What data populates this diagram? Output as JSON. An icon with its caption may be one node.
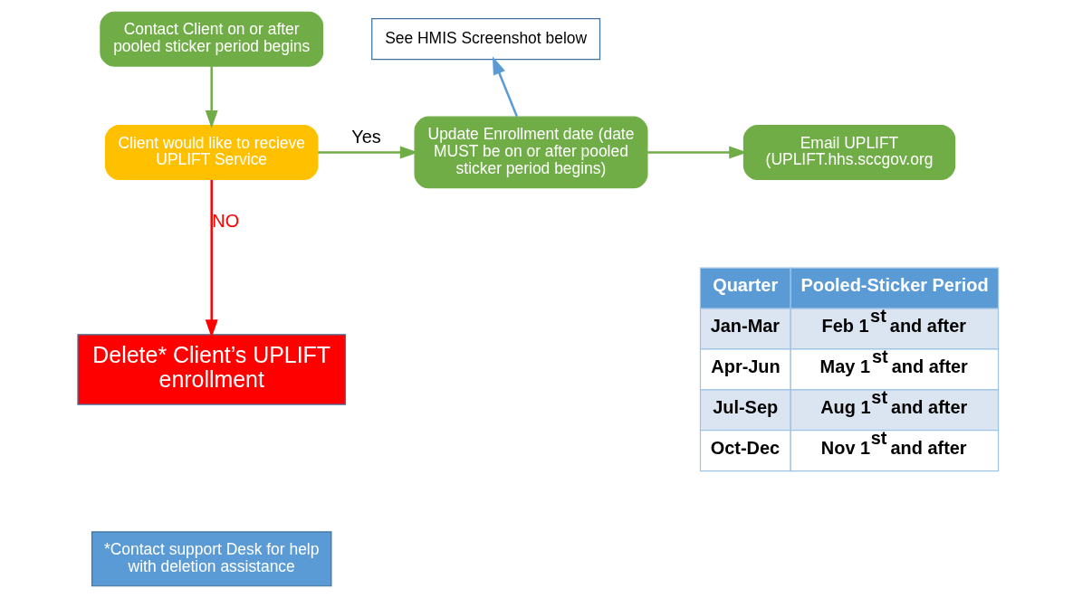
{
  "diagram": {
    "nodes": [
      {
        "text": [
          "Contact Client on or after pooled sticker period begins"
        ]
      },
      {
        "text": [
          "Client would like to recieve UPLIFT Service"
        ]
      },
      {
        "text": [
          "Update Enrollment date (date MUST be on or after pooled sticker period begins)"
        ]
      },
      {
        "text": [
          "See HMIS Screenshot below"
        ]
      },
      {
        "text": [
          "Email UPLIFT (UPLIFT.hhs.sccgov.org"
        ]
      },
      {
        "text": [
          "Delete* Client’s UPLIFT enrollment"
        ]
      },
      {
        "text": [
          "*Contact support Desk for help with deletion assistance"
        ]
      }
    ],
    "edges": [
      {
        "from": 0,
        "to": 1,
        "arrow": "to"
      },
      {
        "from": 1,
        "to": 2,
        "arrow": "to",
        "label": "Yes"
      },
      {
        "from": 2,
        "to": 3,
        "arrow": "to",
        "color": "#5b9bd5"
      },
      {
        "from": 2,
        "to": 4,
        "arrow": "to"
      },
      {
        "from": 1,
        "to": 5,
        "arrow": "to",
        "label": "NO",
        "color": "#ff0000"
      }
    ],
    "labels": [
      "Quarter",
      "Pooled-Sticker Period",
      "Jan-Mar",
      "Feb 1$^{st}$ and after",
      "Apr-Jun",
      "May 1$^{st}$ and after",
      "Jul-Sep",
      "Aug 1$^{st}$ and after",
      "Oct-Dec",
      "Nov 1$^{st}$ and after"
    ]
  }
}
